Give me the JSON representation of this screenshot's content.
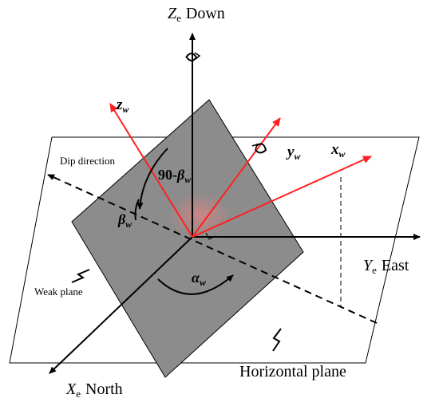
{
  "axes": {
    "z_e": {
      "symbol": "Z",
      "sub": "e",
      "label": "Down"
    },
    "y_e": {
      "symbol": "Y",
      "sub": "e",
      "label": "East"
    },
    "x_e": {
      "symbol": "X",
      "sub": "e",
      "label": "North"
    }
  },
  "weak_axes": {
    "z_w": {
      "symbol": "z",
      "sub": "w"
    },
    "y_w": {
      "symbol": "y",
      "sub": "w"
    },
    "x_w": {
      "symbol": "x",
      "sub": "w"
    }
  },
  "angles": {
    "complement": {
      "prefix": "90-",
      "symbol": "β",
      "sub": "w"
    },
    "dip": {
      "symbol": "β",
      "sub": "w"
    },
    "dip_direction": {
      "symbol": "α",
      "sub": "w"
    }
  },
  "labels": {
    "dip_direction": "Dip direction",
    "weak_plane": "Weak plane",
    "horizontal_plane": "Horizontal plane"
  },
  "colors": {
    "weak_plane_fill": "#8c8c8c",
    "weak_axis": "#ff2020",
    "axis": "#000000"
  }
}
